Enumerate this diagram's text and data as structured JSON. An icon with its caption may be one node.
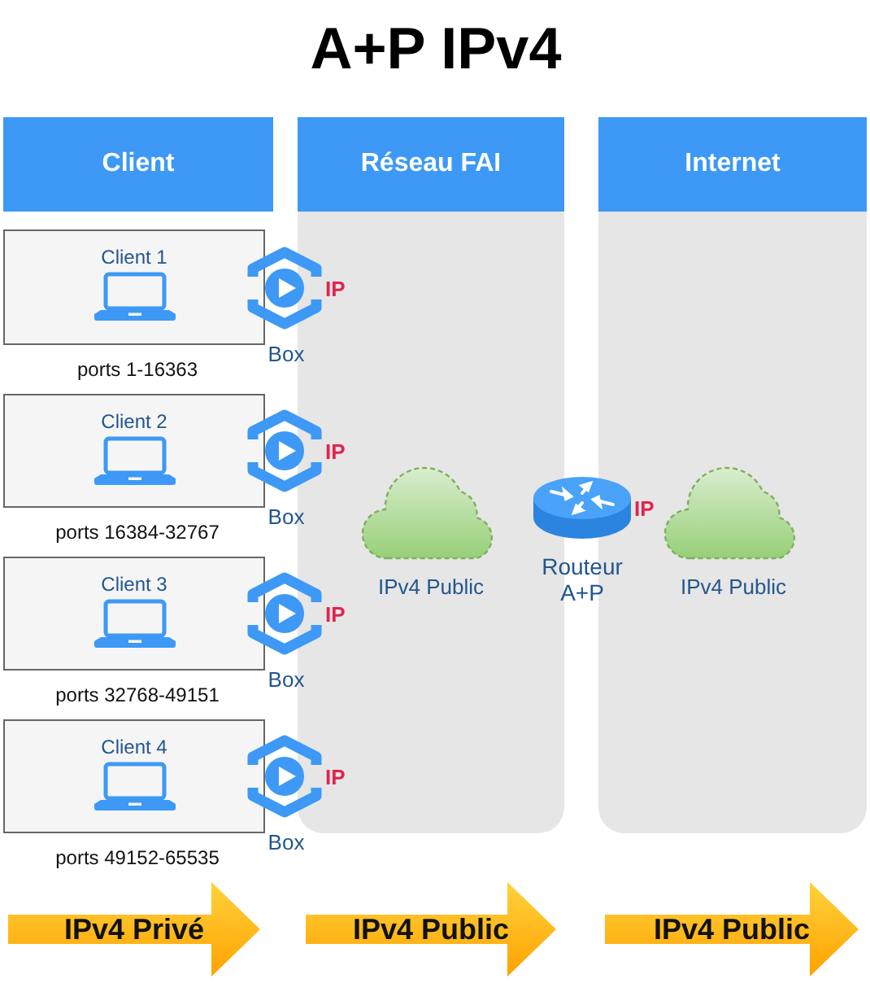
{
  "diagram": {
    "title": "A+P IPv4",
    "nodes": [
      {
        "text": [
          "Client"
        ]
      },
      {
        "text": [
          "Réseau FAI"
        ]
      },
      {
        "text": [
          "Internet"
        ]
      },
      {
        "text": [
          "Client 1"
        ],
        "beside": [
          "ports 1-16363"
        ]
      },
      {
        "text": [
          "Box"
        ],
        "beside": [
          "IP"
        ]
      },
      {
        "text": [
          "Client 2"
        ],
        "beside": [
          "ports 16384-32767"
        ]
      },
      {
        "text": [
          "Box"
        ],
        "beside": [
          "IP"
        ]
      },
      {
        "text": [
          "Client 3"
        ],
        "beside": [
          "ports 32768-49151"
        ]
      },
      {
        "text": [
          "Box"
        ],
        "beside": [
          "IP"
        ]
      },
      {
        "text": [
          "Client 4"
        ],
        "beside": [
          "ports 49152-65535"
        ]
      },
      {
        "text": [
          "Box"
        ],
        "beside": [
          "IP"
        ]
      },
      {
        "text": [
          "IPv4 Public"
        ]
      },
      {
        "text": [
          "Routeur A+P"
        ],
        "beside": [
          "IP"
        ]
      },
      {
        "text": [
          "IPv4 Public"
        ]
      },
      {
        "text": [
          "IPv4 Privé"
        ]
      },
      {
        "text": [
          "IPv4 Public"
        ]
      },
      {
        "text": [
          "IPv4 Public"
        ]
      }
    ]
  }
}
